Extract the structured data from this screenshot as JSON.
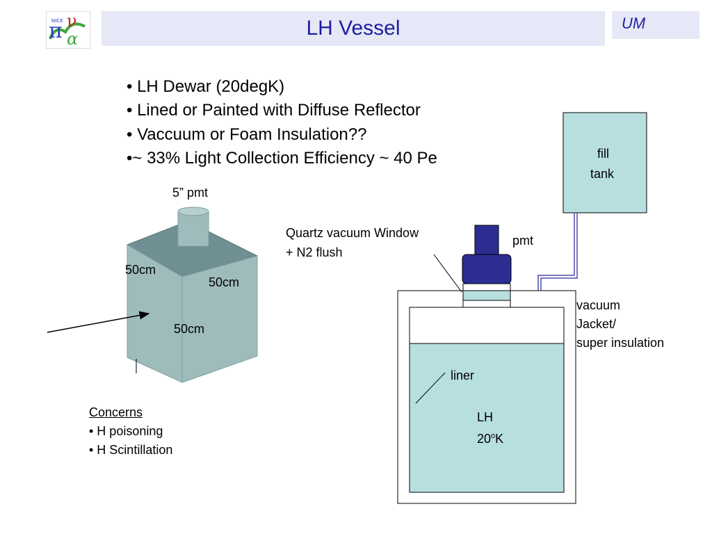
{
  "header": {
    "title": "LH Vessel",
    "badge": "UM",
    "title_color": "#1f1f9e",
    "bar_color": "#e6e8f7"
  },
  "logo": {
    "icon": "pi-nu-logo-icon",
    "text": "NICE"
  },
  "bullets": [
    "• LH Dewar  (20degK)",
    "• Lined or Painted with Diffuse Reflector",
    "• Vaccuum or Foam Insulation??",
    "•~ 33% Light Collection Efficiency ~ 40 Pe"
  ],
  "cube": {
    "pmt_label": "5” pmt",
    "dim_left": "50cm",
    "dim_right": "50cm",
    "dim_front": "50cm",
    "top_color": "#6f8f93",
    "side_color": "#9fbcbd"
  },
  "concerns": {
    "heading": "Concerns",
    "items": [
      "• H poisoning",
      "• H Scintillation"
    ]
  },
  "vessel": {
    "window_label_line1": "Quartz vacuum Window",
    "window_label_line2": "+ N2 flush",
    "pmt_label": "pmt",
    "fill_tank_line1": "fill",
    "fill_tank_line2": "tank",
    "jacket_line1": "vacuum",
    "jacket_line2": "Jacket/",
    "jacket_line3": "super insulation",
    "liner_label": "liner",
    "lh_line1": "LH",
    "lh_line2_prefix": "20",
    "lh_line2_sup": "o",
    "lh_line2_suffix": "K",
    "liquid_color": "#b7dfe0",
    "pmt_color": "#2b2d91"
  }
}
